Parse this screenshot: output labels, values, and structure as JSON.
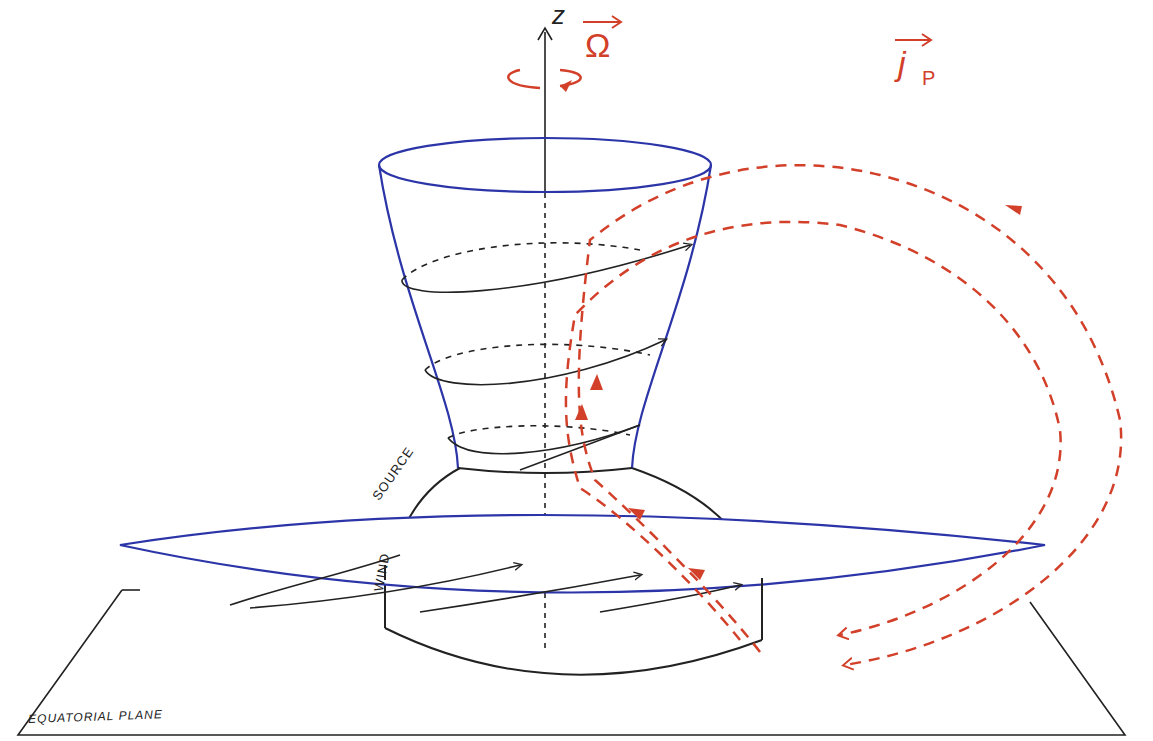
{
  "diagram": {
    "labels": [
      "z",
      "Ω",
      "j",
      "P",
      "SOURCE",
      "WIND",
      "EQUATORIAL PLANE"
    ]
  }
}
